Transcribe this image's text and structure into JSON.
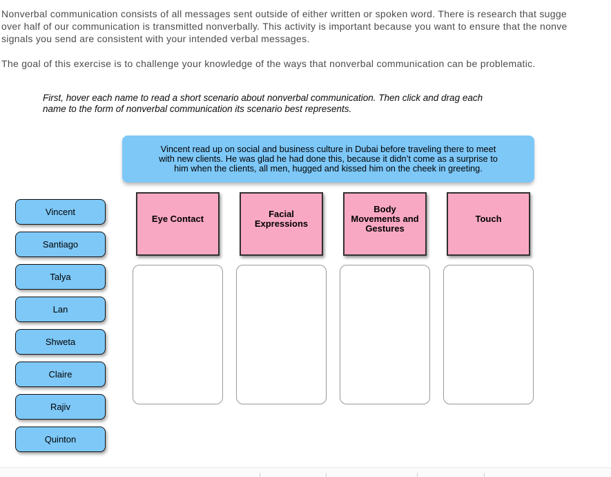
{
  "colors": {
    "panel_blue": "#7EC8F8",
    "category_pink": "#F9A8C4",
    "category_border": "#2f2f2f",
    "chip_border": "#111111",
    "dropzone_border": "#999999",
    "body_text": "#4b4b4b"
  },
  "intro": {
    "paragraph1": "Nonverbal communication consists of all messages sent outside of either written or spoken word. There is research that sugge\nover half of our communication is transmitted nonverbally. This activity is important because you want to ensure that the nonve\nsignals you send are consistent with your intended verbal messages.",
    "paragraph2": "The goal of this exercise is to challenge your knowledge of the ways that nonverbal communication can be problematic.",
    "instructions": "First, hover each name to read a short scenario about nonverbal communication. Then click and drag each\nname to the form of nonverbal communication its scenario best represents."
  },
  "scenario_tooltip": {
    "text": "Vincent read up on social and business culture in Dubai before traveling there to meet\nwith new clients. He was glad he had done this, because it didn’t come as a surprise to\nhim when the clients, all men, hugged and kissed him on the cheek in greeting."
  },
  "names": [
    "Vincent",
    "Santiago",
    "Talya",
    "Lan",
    "Shweta",
    "Claire",
    "Rajiv",
    "Quinton"
  ],
  "categories": [
    "Eye Contact",
    "Facial\nExpressions",
    "Body\nMovements and\nGestures",
    "Touch"
  ]
}
